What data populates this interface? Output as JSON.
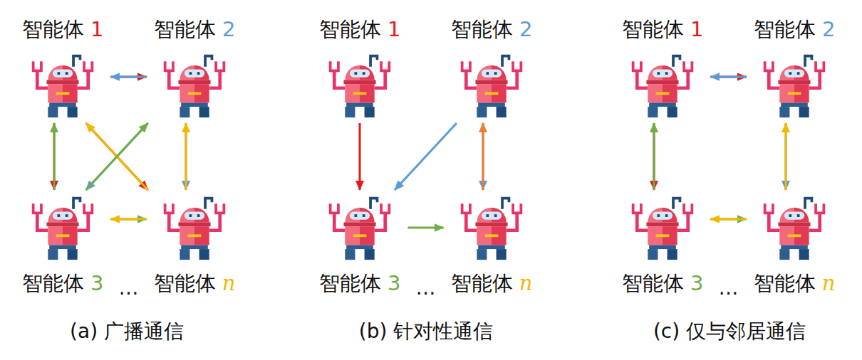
{
  "diagram": {
    "nodes": [
      {
        "text": [
          "智能体 1"
        ]
      },
      {
        "text": [
          "智能体 2"
        ]
      },
      {
        "text": [
          "智能体 3"
        ]
      },
      {
        "text": [
          "智能体 n"
        ]
      },
      {
        "text": [
          "智能体 1"
        ]
      },
      {
        "text": [
          "智能体 2"
        ]
      },
      {
        "text": [
          "智能体 3"
        ]
      },
      {
        "text": [
          "智能体 n"
        ]
      },
      {
        "text": [
          "智能体 1"
        ]
      },
      {
        "text": [
          "智能体 2"
        ]
      },
      {
        "text": [
          "智能体 3"
        ]
      },
      {
        "text": [
          "智能体 n"
        ]
      }
    ],
    "edges": [
      {
        "from": 0,
        "to": 1,
        "arrow": "to"
      },
      {
        "from": 1,
        "to": 0,
        "arrow": "to"
      },
      {
        "from": 0,
        "to": 2,
        "arrow": "to"
      },
      {
        "from": 2,
        "to": 0,
        "arrow": "to"
      },
      {
        "from": 1,
        "to": 3,
        "arrow": "to"
      },
      {
        "from": 3,
        "to": 1,
        "arrow": "to"
      },
      {
        "from": 2,
        "to": 3,
        "arrow": "to"
      },
      {
        "from": 3,
        "to": 2,
        "arrow": "to"
      },
      {
        "from": 0,
        "to": 3,
        "arrow": "to"
      },
      {
        "from": 3,
        "to": 0,
        "arrow": "to"
      },
      {
        "from": 1,
        "to": 2,
        "arrow": "to"
      },
      {
        "from": 2,
        "to": 1,
        "arrow": "to"
      },
      {
        "from": 4,
        "to": 6,
        "arrow": "to"
      },
      {
        "from": 5,
        "to": 6,
        "arrow": "to"
      },
      {
        "from": 5,
        "to": 7,
        "arrow": "to"
      },
      {
        "from": 7,
        "to": 5,
        "arrow": "to"
      },
      {
        "from": 6,
        "to": 7,
        "arrow": "to"
      },
      {
        "from": 8,
        "to": 9,
        "arrow": "to"
      },
      {
        "from": 9,
        "to": 8,
        "arrow": "to"
      },
      {
        "from": 8,
        "to": 10,
        "arrow": "to"
      },
      {
        "from": 10,
        "to": 8,
        "arrow": "to"
      },
      {
        "from": 9,
        "to": 11,
        "arrow": "to"
      },
      {
        "from": 11,
        "to": 9,
        "arrow": "to"
      },
      {
        "from": 10,
        "to": 11,
        "arrow": "to"
      },
      {
        "from": 11,
        "to": 10,
        "arrow": "to"
      }
    ],
    "labels": [
      "…",
      "…",
      "…",
      "(a) 广播通信",
      "(b) 针对性通信",
      "(c) 仅与邻居通信"
    ]
  }
}
